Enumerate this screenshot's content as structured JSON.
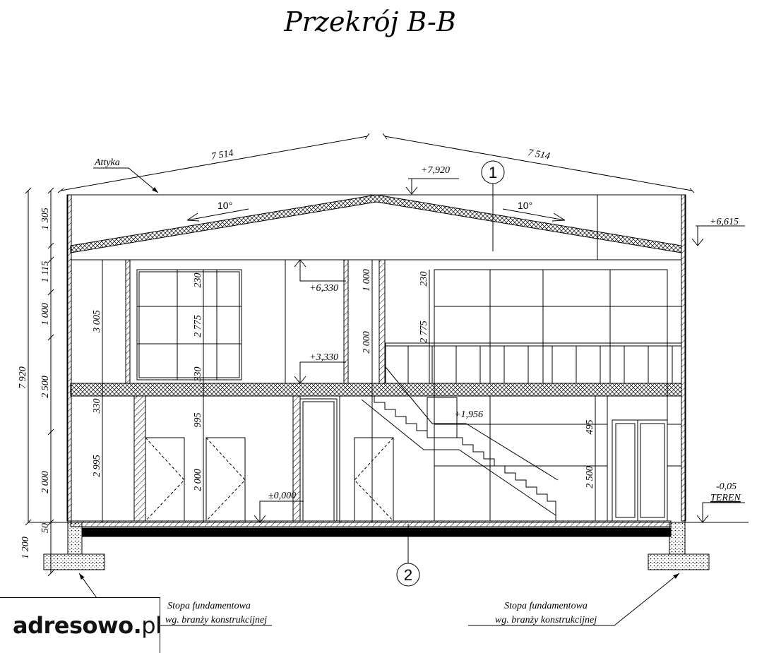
{
  "title": "Przekrój B-B",
  "roof": {
    "label_attyka": "Attyka",
    "span_left": "7 514",
    "span_right": "7 514",
    "slope_left": "10°",
    "slope_right": "10°"
  },
  "levels": {
    "ridge": "+7,920",
    "attic_top": "+6,615",
    "floor2_ceiling": "+6,330",
    "floor2": "+3,330",
    "stair_landing": "+1,956",
    "ground": "±0,000",
    "terrain_value": "-0,05",
    "terrain_label": "TEREN"
  },
  "markers": {
    "m1": "1",
    "m2": "2"
  },
  "left_dims": [
    "1 305",
    "1 115",
    "1 000",
    "2 500",
    "2 000",
    "50",
    "1 200"
  ],
  "left_total": "7 920",
  "inner_dims": {
    "d3005": "3 005",
    "d330a": "330",
    "d2995": "2 995",
    "d230a": "230",
    "d2775a": "2 775",
    "d330b": "330",
    "d995": "995",
    "d2000a": "2 000",
    "d1000": "1 000",
    "d2000b": "2 000",
    "d230b": "230",
    "d2775b": "2 775",
    "d495": "495",
    "d2500": "2 500"
  },
  "footing": {
    "left_line1": "Stopa fundamentowa",
    "left_line2": "wg. branży konstrukcijnej",
    "right_line1": "Stopa fundamentowa",
    "right_line2": "wg. branży konstrukcijnej"
  },
  "logo": {
    "name": "adresowo.",
    "tld": "pl"
  }
}
